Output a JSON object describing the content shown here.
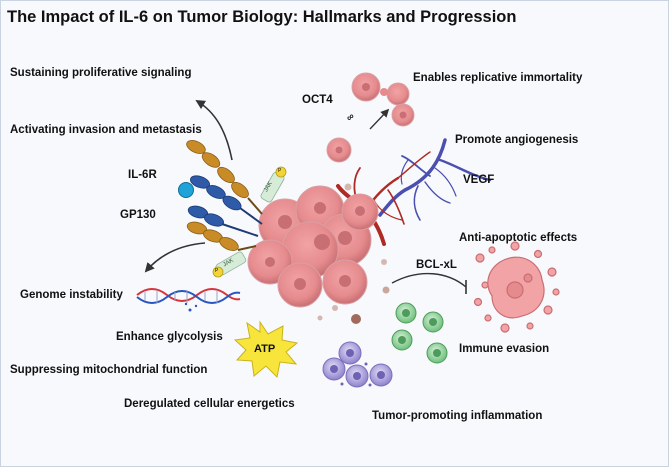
{
  "title": "The Impact of IL-6 on Tumor Biology: Hallmarks and Progression",
  "hallmarks": {
    "proliferative": "Sustaining proliferative signaling",
    "invasion": "Activating invasion and metastasis",
    "genome": "Genome instability",
    "glycolysis": "Enhance glycolysis",
    "mitochondrial": "Suppressing mitochondrial function",
    "energetics": "Deregulated cellular energetics",
    "immortality": "Enables replicative immortality",
    "angiogenesis": "Promote angiogenesis",
    "apoptotic": "Anti-apoptotic effects",
    "immune": "Immune evasion",
    "inflammation": "Tumor-promoting inflammation"
  },
  "molecules": {
    "il6r": "IL-6R",
    "gp130": "GP130",
    "jak_upper": "JAK",
    "jak_lower": "JAK",
    "p": "P",
    "oct4": "OCT4",
    "infinity": "∞",
    "vegf": "VEGF",
    "bclxl": "BCL-xL",
    "atp": "ATP"
  },
  "colors": {
    "tumor": "#e58b8e",
    "tumor_dark": "#c86f73",
    "receptor_gold": "#c98b25",
    "receptor_blue": "#2f5aa8",
    "il6_ball": "#1fa3d8",
    "jak": "#d6ecd9",
    "artery": "#b02a24",
    "vein": "#4a4fb0",
    "immune_green": "#6cc07a",
    "immune_purple": "#9a8fd6",
    "atp": "#f7e53b",
    "dna_red": "#d8343b",
    "dna_blue": "#2a55c0"
  }
}
